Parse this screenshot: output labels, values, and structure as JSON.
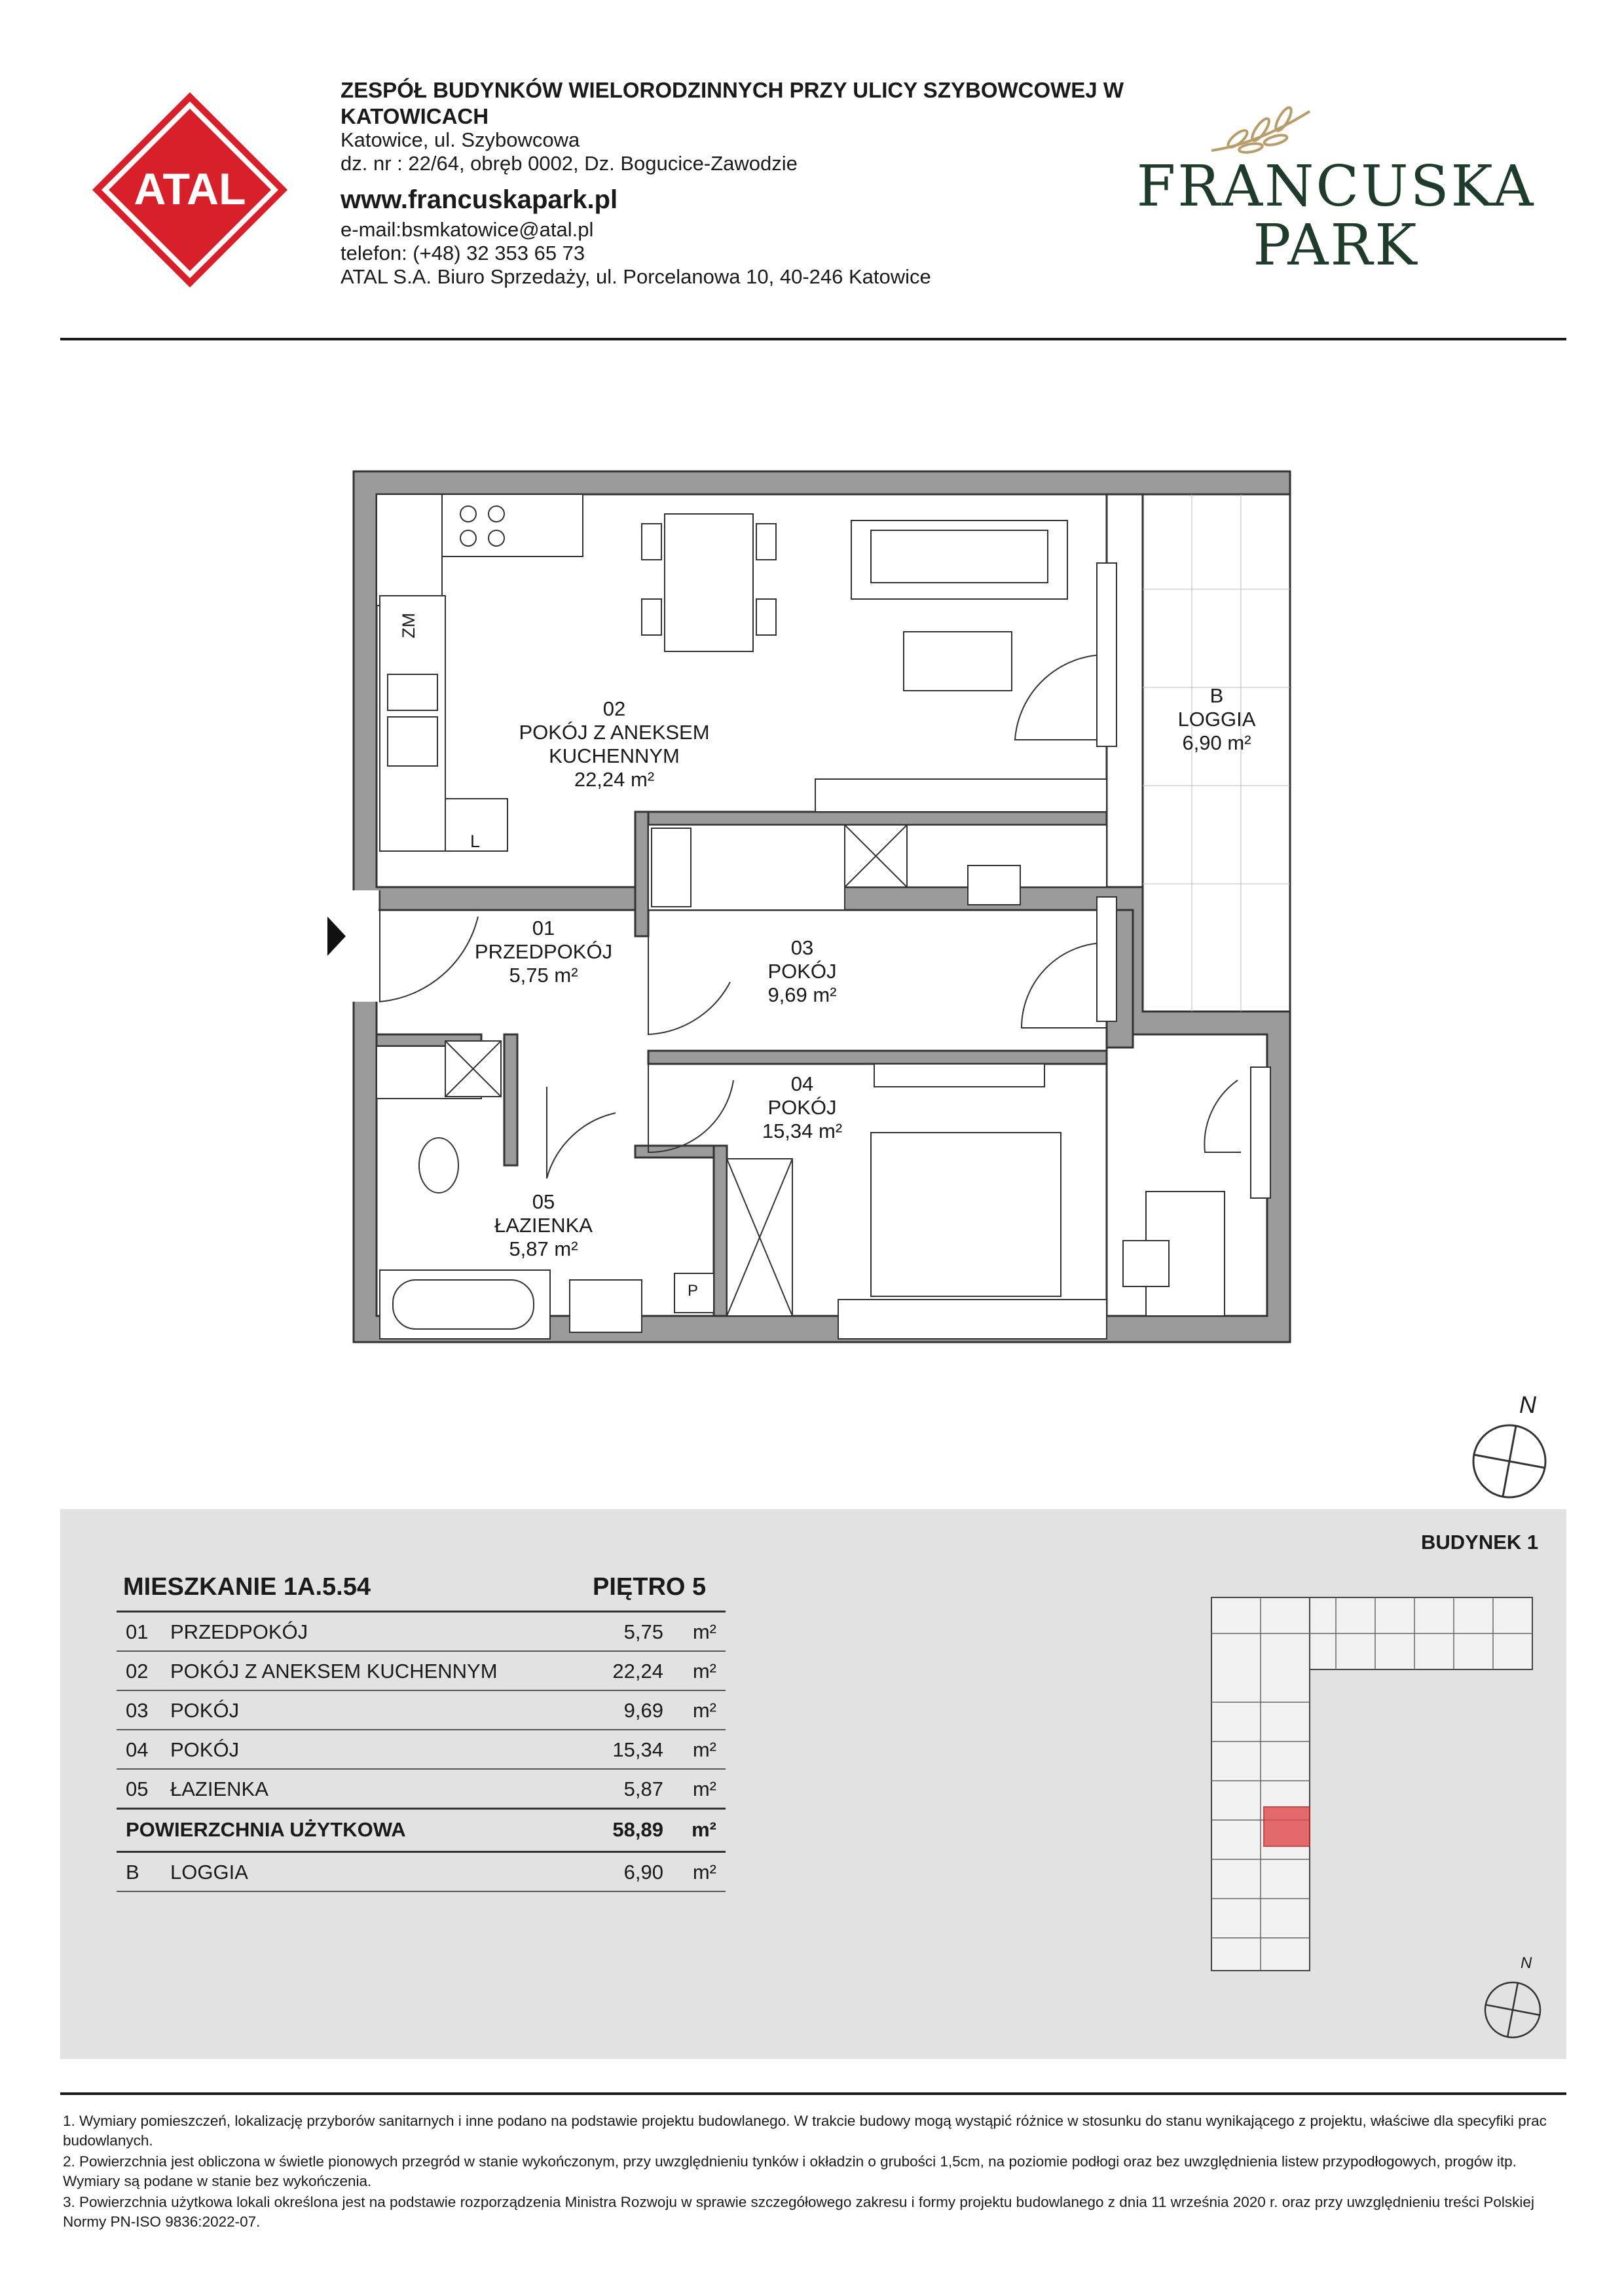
{
  "header": {
    "logo_text": "ATAL",
    "title": "ZESPÓŁ BUDYNKÓW WIELORODZINNYCH PRZY ULICY SZYBOWCOWEJ W KATOWICACH",
    "address_line1": "Katowice, ul. Szybowcowa",
    "address_line2": "dz. nr : 22/64, obręb 0002, Dz. Bogucice-Zawodzie",
    "website": "www.francuskapark.pl",
    "email": "e-mail:bsmkatowice@atal.pl",
    "phone": "telefon: (+48) 32 353 65 73",
    "office": "ATAL S.A. Biuro Sprzedaży, ul. Porcelanowa 10, 40-246 Katowice",
    "brand_line1": "FRANCUSKA",
    "brand_line2": "PARK",
    "brand_color": "#1f3b2b",
    "logo_color": "#d7202a"
  },
  "plan": {
    "rooms": [
      {
        "no": "02",
        "name_l1": "POKÓJ Z ANEKSEM",
        "name_l2": "KUCHENNYM",
        "area": "22,24 m²"
      },
      {
        "no": "01",
        "name_l1": "PRZEDPOKÓJ",
        "area": "5,75 m²"
      },
      {
        "no": "03",
        "name_l1": "POKÓJ",
        "area": "9,69 m²"
      },
      {
        "no": "04",
        "name_l1": "POKÓJ",
        "area": "15,34 m²"
      },
      {
        "no": "05",
        "name_l1": "ŁAZIENKA",
        "area": "5,87 m²"
      },
      {
        "no": "B",
        "name_l1": "LOGGIA",
        "area": "6,90 m²"
      }
    ],
    "fixture_labels": {
      "fridge": "ZM",
      "fridge2": "L",
      "boiler": "P"
    },
    "compass": "N"
  },
  "summary": {
    "building": "BUDYNEK 1",
    "apartment": "MIESZKANIE 1A.5.54",
    "floor": "PIĘTRO 5",
    "rows": [
      {
        "no": "01",
        "name": "PRZEDPOKÓJ",
        "value": "5,75",
        "unit": "m²"
      },
      {
        "no": "02",
        "name": "POKÓJ Z ANEKSEM KUCHENNYM",
        "value": "22,24",
        "unit": "m²"
      },
      {
        "no": "03",
        "name": "POKÓJ",
        "value": "9,69",
        "unit": "m²"
      },
      {
        "no": "04",
        "name": "POKÓJ",
        "value": "15,34",
        "unit": "m²"
      },
      {
        "no": "05",
        "name": "ŁAZIENKA",
        "value": "5,87",
        "unit": "m²"
      }
    ],
    "total": {
      "name": "POWIERZCHNIA UŻYTKOWA",
      "value": "58,89",
      "unit": "m²"
    },
    "loggia": {
      "no": "B",
      "name": "LOGGIA",
      "value": "6,90",
      "unit": "m²"
    },
    "compass": "N",
    "highlight_color": "#e0474c"
  },
  "notes": [
    "1.  Wymiary pomieszczeń, lokalizację przyborów sanitarnych i inne podano na podstawie projektu budowlanego. W trakcie budowy mogą wystąpić różnice w stosunku do stanu wynikającego z projektu, właściwe dla specyfiki prac budowlanych.",
    "2.  Powierzchnia jest obliczona w świetle pionowych przegród w stanie wykończonym, przy uwzględnieniu tynków i okładzin o grubości 1,5cm, na poziomie podłogi oraz bez uwzględnienia listew przypodłogowych, progów itp. Wymiary są podane w stanie bez wykończenia.",
    "3.  Powierzchnia użytkowa lokali określona jest na podstawie rozporządzenia Ministra Rozwoju w sprawie szczegółowego zakresu i formy projektu budowlanego z dnia 11 września 2020 r. oraz przy uwzględnieniu treści Polskiej Normy PN-ISO 9836:2022-07."
  ]
}
